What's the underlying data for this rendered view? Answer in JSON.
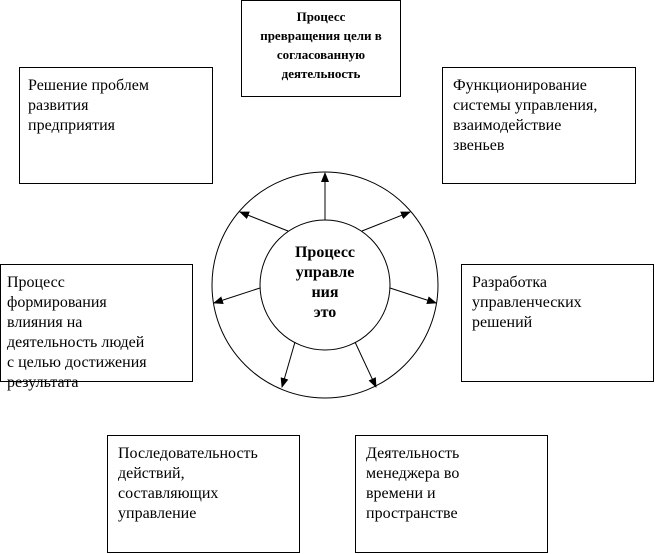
{
  "center": {
    "label": "Процесс\nуправле\nния\nэто"
  },
  "boxes": {
    "top": "Процесс\nпревращения цели в\nсогласованную\nдеятельность",
    "top_left": "Решение проблем\nразвития\nпредприятия",
    "top_right": "Функционирование\nсистемы управления,\nвзаимодействие\nзвеньев",
    "left": "Процесс\nформирования\nвлияния на\nдеятельность людей\nс целью достижения\nрезультата",
    "right": "Разработка\nуправленческих\nрешений",
    "bottom_left": "Последовательность\nдействий,\nсоставляющих\nуправление",
    "bottom_right": "Деятельность\nменеджера во\nвремени и\nпространстве"
  }
}
